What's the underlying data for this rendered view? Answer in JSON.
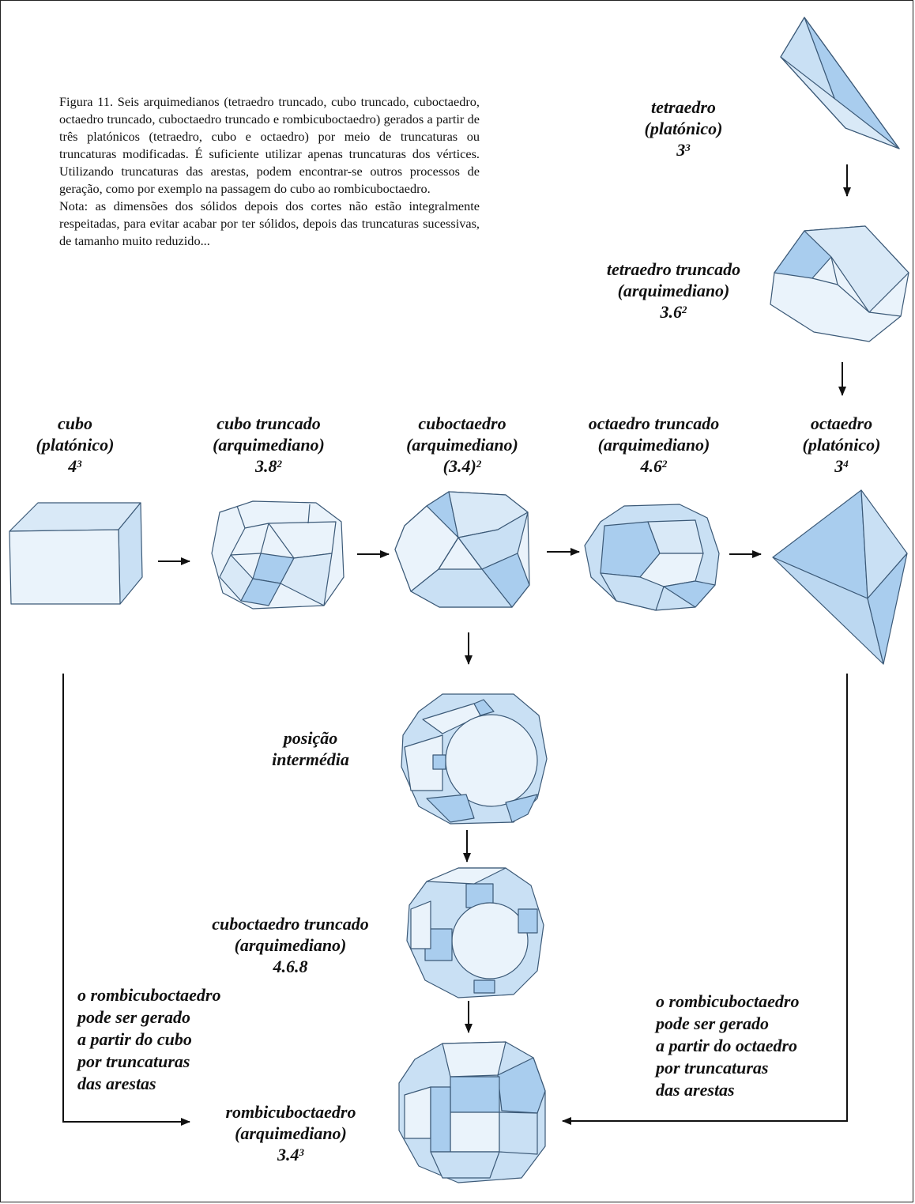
{
  "caption": {
    "paragraph1": "Figura 11. Seis arquimedianos (tetraedro truncado, cubo truncado, cuboctaedro, octaedro truncado, cuboctaedro truncado e rombicuboctaedro) gerados a partir de três platónicos (tetraedro, cubo e octaedro) por meio de truncaturas ou truncaturas modificadas. É suficiente utilizar apenas truncaturas dos vértices. Utilizando truncaturas das arestas, podem encontrar-se outros processos de geração, como por exemplo na passagem do cubo ao rombicuboctaedro.",
    "paragraph2": "Nota: as dimensões dos sólidos depois dos cortes não estão integralmente respeitadas, para evitar acabar por ter sólidos, depois das truncaturas sucessivas, de tamanho muito reduzido..."
  },
  "solids": {
    "tetraedro": {
      "name": "tetraedro",
      "class": "(platónico)",
      "notation": "3",
      "exponent": "3"
    },
    "tetraedro_truncado": {
      "name": "tetraedro truncado",
      "class": "(arquimediano)",
      "notation": "3.6",
      "exponent": "2"
    },
    "cubo": {
      "name": "cubo",
      "class": "(platónico)",
      "notation": "4",
      "exponent": "3"
    },
    "cubo_truncado": {
      "name": "cubo truncado",
      "class": "(arquimediano)",
      "notation": "3.8",
      "exponent": "2"
    },
    "cuboctaedro": {
      "name": "cuboctaedro",
      "class": "(arquimediano)",
      "notation": "(3.4)",
      "exponent": "2"
    },
    "octaedro_truncado": {
      "name": "octaedro truncado",
      "class": "(arquimediano)",
      "notation": "4.6",
      "exponent": "2"
    },
    "octaedro": {
      "name": "octaedro",
      "class": "(platónico)",
      "notation": "3",
      "exponent": "4"
    },
    "posicao": {
      "line1": "posição",
      "line2": "intermédia"
    },
    "cuboctaedro_truncado": {
      "name": "cuboctaedro truncado",
      "class": "(arquimediano)",
      "notation": "4.6.8"
    },
    "rombicuboctaedro": {
      "name": "rombicuboctaedro",
      "class": "(arquimediano)",
      "notation": "3.4",
      "exponent": "3"
    }
  },
  "notes": {
    "left": [
      "o rombicuboctaedro",
      "pode ser gerado",
      "a partir do cubo",
      "por truncaturas",
      "das arestas"
    ],
    "right": [
      "o rombicuboctaedro",
      "pode ser gerado",
      "a partir do octaedro",
      "por truncaturas",
      "das arestas"
    ]
  },
  "colors": {
    "face_light": "#eaf3fb",
    "face_mid": "#c9e0f4",
    "face_dark": "#a9cdee",
    "edge": "#3c5a78"
  }
}
